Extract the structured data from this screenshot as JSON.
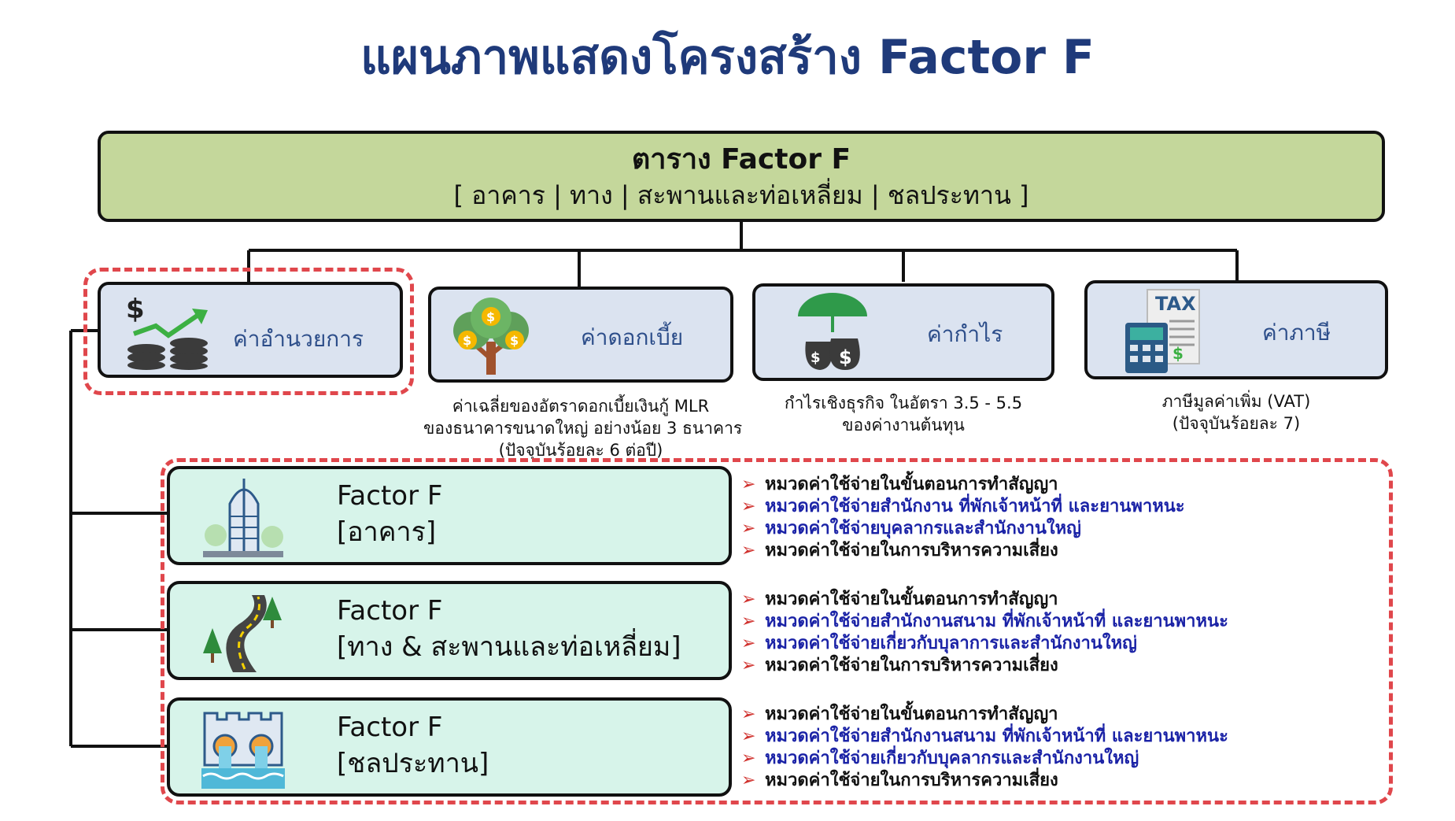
{
  "title": "แผนภาพแสดงโครงสร้าง Factor F",
  "main": {
    "title": "ตาราง Factor F",
    "subtitle": "[ อาคาร | ทาง | สะพานและท่อเหลี่ยม | ชลประทาน ]"
  },
  "components": [
    {
      "label": "ค่าอำนวยการ",
      "icon": "money-growth-icon",
      "note": []
    },
    {
      "label": "ค่าดอกเบี้ย",
      "icon": "money-tree-icon",
      "note": [
        "ค่าเฉลี่ยของอัตราดอกเบี้ยเงินกู้ MLR",
        "ของธนาคารขนาดใหญ่ อย่างน้อย 3 ธนาคาร",
        "(ปัจจุบันร้อยละ 6 ต่อปี)"
      ]
    },
    {
      "label": "ค่ากำไร",
      "icon": "umbrella-money-bags-icon",
      "note": [
        "กำไรเชิงธุรกิจ ในอัตรา 3.5 - 5.5",
        "ของค่างานต้นทุน"
      ]
    },
    {
      "label": "ค่าภาษี",
      "icon": "tax-calculator-icon",
      "tax_label": "TAX",
      "note": [
        "ภาษีมูลค่าเพิ่ม (VAT)",
        "(ปัจจุบันร้อยละ 7)"
      ]
    }
  ],
  "factors": [
    {
      "line1": "Factor F",
      "line2": "[อาคาร]",
      "icon": "building-icon",
      "bullets": [
        {
          "text": "หมวดค่าใช้จ่ายในขั้นตอนการทำสัญญา",
          "color": "#111111"
        },
        {
          "text": "หมวดค่าใช้จ่ายสำนักงาน ที่พักเจ้าหน้าที่ และยานพาหนะ",
          "color": "#1a22a6"
        },
        {
          "text": "หมวดค่าใช้จ่ายบุคลากรและสำนักงานใหญ่",
          "color": "#1a22a6"
        },
        {
          "text": "หมวดค่าใช้จ่ายในการบริหารความเสี่ยง",
          "color": "#111111"
        }
      ]
    },
    {
      "line1": "Factor F",
      "line2": "[ทาง & สะพานและท่อเหลี่ยม]",
      "icon": "road-icon",
      "bullets": [
        {
          "text": "หมวดค่าใช้จ่ายในขั้นตอนการทำสัญญา",
          "color": "#111111"
        },
        {
          "text": "หมวดค่าใช้จ่ายสำนักงานสนาม ที่พักเจ้าหน้าที่ และยานพาหนะ",
          "color": "#1a22a6"
        },
        {
          "text": "หมวดค่าใช้จ่ายเกี่ยวกับบุลาการและสำนักงานใหญ่",
          "color": "#1a22a6"
        },
        {
          "text": "หมวดค่าใช้จ่ายในการบริหารความเสี่ยง",
          "color": "#111111"
        }
      ]
    },
    {
      "line1": "Factor F",
      "line2": "[ชลประทาน]",
      "icon": "dam-icon",
      "bullets": [
        {
          "text": "หมวดค่าใช้จ่ายในขั้นตอนการทำสัญญา",
          "color": "#111111"
        },
        {
          "text": "หมวดค่าใช้จ่ายสำนักงานสนาม ที่พักเจ้าหน้าที่ และยานพาหนะ",
          "color": "#1a22a6"
        },
        {
          "text": "หมวดค่าใช้จ่ายเกี่ยวกับบุคลากรและสำนักงานใหญ่",
          "color": "#1a22a6"
        },
        {
          "text": "หมวดค่าใช้จ่ายในการบริหารความเสี่ยง",
          "color": "#111111"
        }
      ]
    }
  ],
  "bullet_marker": "➢",
  "colors": {
    "title": "#1f3a7a",
    "main_box": "#c4d79b",
    "component_box": "#dbe3f0",
    "factor_box": "#d7f4ea",
    "dash": "#e0474c"
  }
}
